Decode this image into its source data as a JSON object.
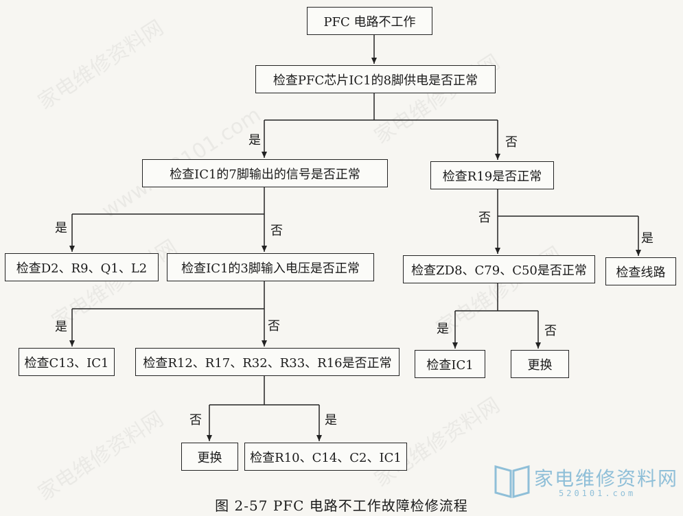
{
  "nodes": {
    "start": "PFC 电路不工作",
    "check_pin8": "检查PFC芯片IC1的8脚供电是否正常",
    "check_pin7": "检查IC1的7脚输出的信号是否正常",
    "check_r19": "检查R19是否正常",
    "check_d2": "检查D2、R9、Q1、L2",
    "check_pin3": "检查IC1的3脚输入电压是否正常",
    "check_zd8": "检查ZD8、C79、C50是否正常",
    "check_line": "检查线路",
    "check_c13": "检查C13、IC1",
    "check_r12": "检查R12、R17、R32、R33、R16是否正常",
    "check_ic1": "检查IC1",
    "replace_1": "更换",
    "replace_2": "更换",
    "check_r10": "检查R10、C14、C2、IC1"
  },
  "labels": {
    "yes": "是",
    "no": "否"
  },
  "caption": "图 2-57   PFC 电路不工作故障检修流程",
  "logo": {
    "text": "家电维修资料网",
    "url": "520101.com"
  },
  "watermark": {
    "text": "家电维修资料网",
    "url": "www.520101.com"
  }
}
